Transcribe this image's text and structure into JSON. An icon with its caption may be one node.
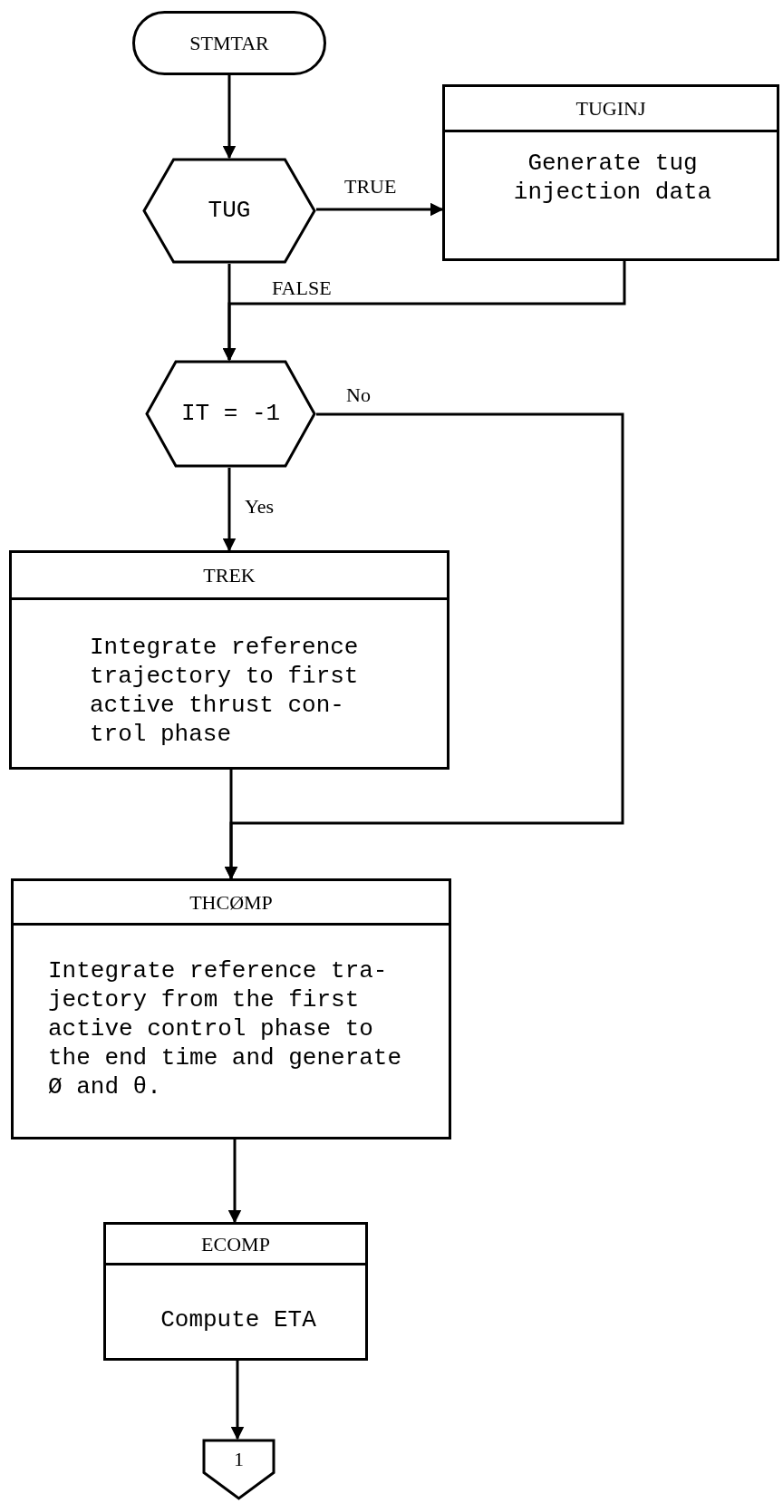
{
  "diagram": {
    "nodes": [
      {
        "text": [
          "STMTAR"
        ]
      },
      {
        "text": [
          "TUG"
        ]
      },
      {
        "text": [
          "TUGINJ",
          "Generate tug injection data"
        ]
      },
      {
        "text": [
          "IT = -1"
        ]
      },
      {
        "text": [
          "TREK",
          "Integrate reference trajectory to first active thrust con- trol phase"
        ]
      },
      {
        "text": [
          "THCØMP",
          "Integrate reference tra- jectory from the first active control phase to the end time and generate Ø and θ."
        ]
      },
      {
        "text": [
          "ECOMP",
          "Compute ETA"
        ]
      },
      {
        "text": [
          "1"
        ]
      }
    ],
    "edges": [
      {
        "from": 0,
        "to": 1,
        "arrow": "to"
      },
      {
        "from": 1,
        "to": 2,
        "arrow": "to",
        "label": "TRUE"
      },
      {
        "from": 1,
        "to": 3,
        "arrow": "to"
      },
      {
        "from": 2,
        "to": 3,
        "arrow": "to",
        "label": "FALSE"
      },
      {
        "from": 3,
        "to": 4,
        "arrow": "to",
        "label": "Yes"
      },
      {
        "from": 3,
        "to": 5,
        "arrow": "to",
        "label": "No"
      },
      {
        "from": 4,
        "to": 5,
        "arrow": "to"
      },
      {
        "from": 5,
        "to": 6,
        "arrow": "to"
      },
      {
        "from": 6,
        "to": 7,
        "arrow": "to"
      }
    ]
  }
}
